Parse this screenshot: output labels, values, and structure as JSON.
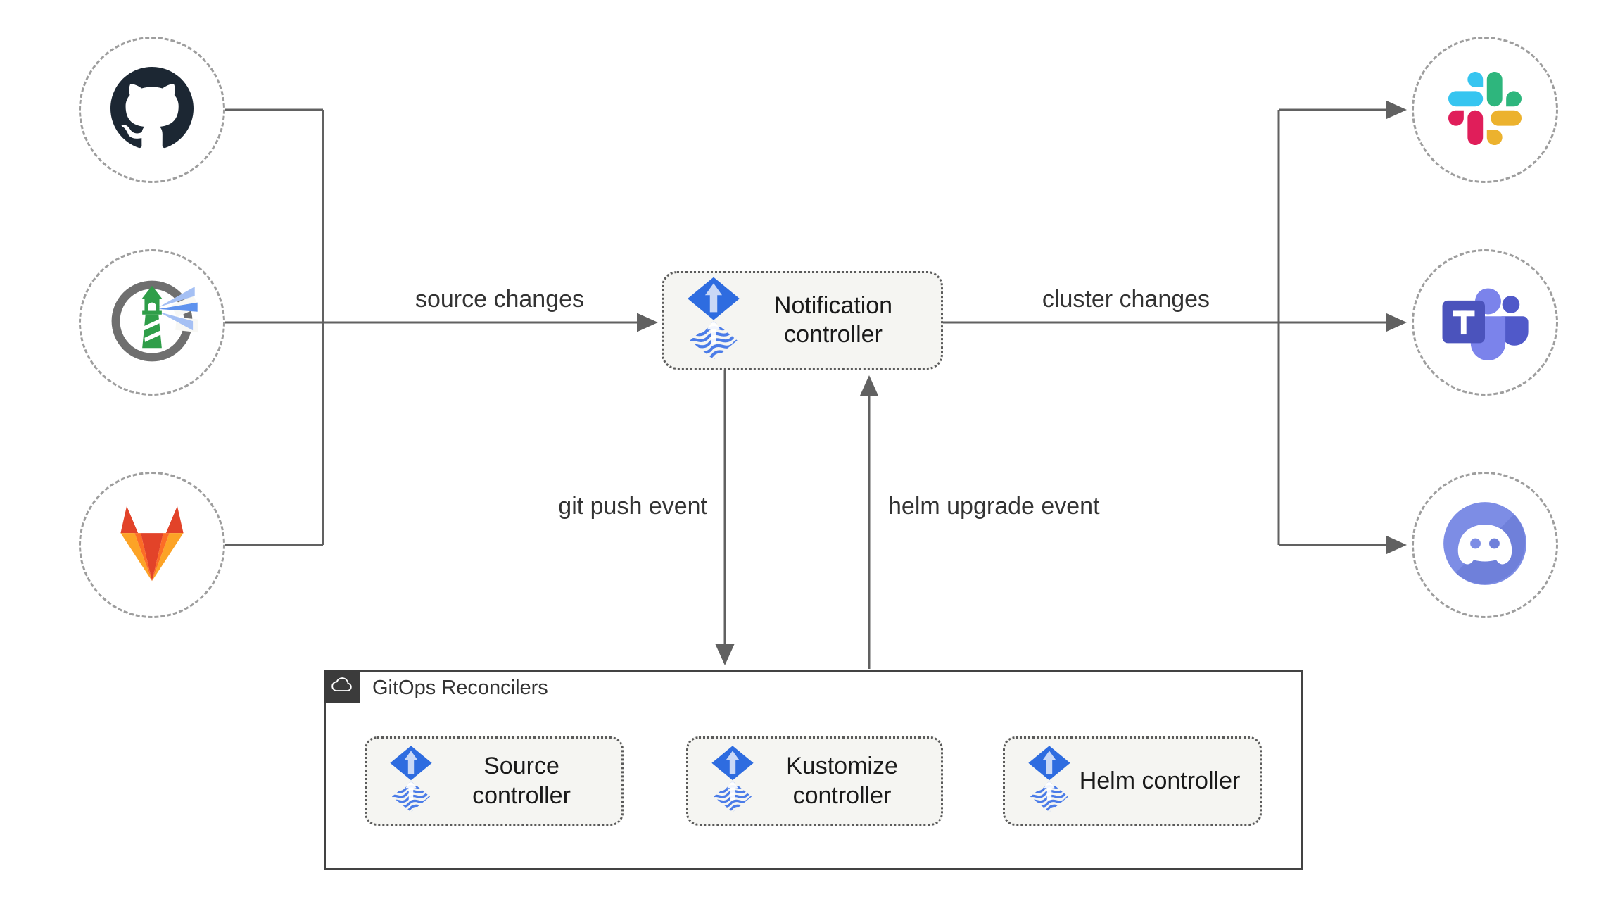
{
  "edges": {
    "source_changes": "source changes",
    "cluster_changes": "cluster changes",
    "git_push_event": "git push event",
    "helm_upgrade_event": "helm upgrade event"
  },
  "notification": {
    "label": "Notification controller",
    "icon": "flux-icon"
  },
  "sources": [
    {
      "name": "GitHub",
      "icon": "github-icon"
    },
    {
      "name": "Harbor",
      "icon": "harbor-icon"
    },
    {
      "name": "GitLab",
      "icon": "gitlab-icon"
    }
  ],
  "alert_providers": [
    {
      "name": "Slack",
      "icon": "slack-icon"
    },
    {
      "name": "Microsoft Teams",
      "icon": "teams-icon"
    },
    {
      "name": "Discord",
      "icon": "discord-icon"
    }
  ],
  "reconcilers": {
    "title": "GitOps Reconcilers",
    "icon": "cloud-icon",
    "controllers": [
      {
        "label": "Source controller",
        "icon": "flux-icon"
      },
      {
        "label": "Kustomize controller",
        "icon": "flux-icon"
      },
      {
        "label": "Helm controller",
        "icon": "flux-icon"
      }
    ]
  },
  "colors": {
    "flux_blue": "#2e6ce0",
    "line_gray": "#616161",
    "node_fill": "#f8f8f5",
    "box_fill": "#f5f5f2",
    "gitlab_red": "#e24329",
    "gitlab_orange": "#fc6d26",
    "gitlab_yellow": "#fca326",
    "slack_blue": "#36c5f0",
    "slack_green": "#2eb67d",
    "slack_red": "#e01e5a",
    "slack_yellow": "#ecb22e",
    "teams_purple": "#4b53bc",
    "discord_purple": "#7d8de5",
    "harbor_green": "#2f9e49"
  }
}
